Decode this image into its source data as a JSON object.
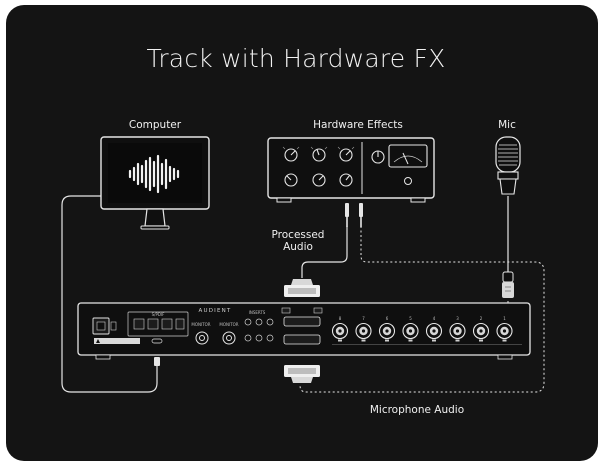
{
  "title": "Track with Hardware FX",
  "labels": {
    "computer": "Computer",
    "hardware_effects": "Hardware Effects",
    "mic": "Mic",
    "processed_line1": "Processed",
    "processed_line2": "Audio",
    "microphone_audio": "Microphone Audio"
  },
  "interface_brand": "AUDIENT",
  "channel_numbers": [
    "8",
    "7",
    "6",
    "5",
    "4",
    "3",
    "2",
    "1"
  ],
  "colors": {
    "background": "#141414",
    "device": "#0f0f0f",
    "outline": "#e6e6e6",
    "text": "#f0f0f0"
  }
}
